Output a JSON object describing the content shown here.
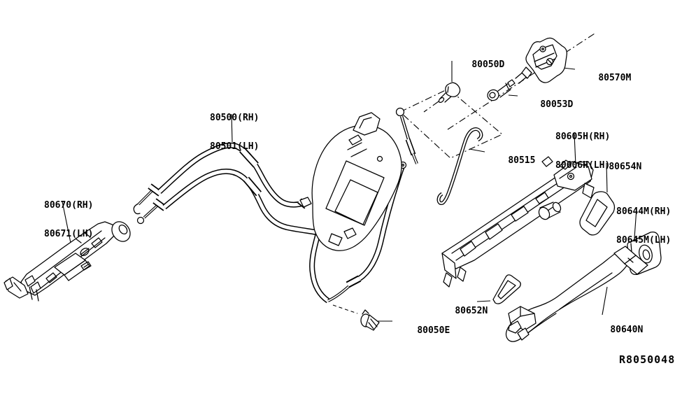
{
  "diagram": {
    "description": "Exploded parts diagram - front door lock and outside handle",
    "drawing_number": "R8050048",
    "colors": {
      "background": "#ffffff",
      "line": "#000000",
      "text": "#000000"
    },
    "parts": [
      {
        "id": "80050D",
        "label": "80050D"
      },
      {
        "id": "80570M",
        "label": "80570M"
      },
      {
        "id": "80053D",
        "label": "80053D"
      },
      {
        "id": "80500-80501",
        "label_line1": "80500(RH)",
        "label_line2": "80501(LH)"
      },
      {
        "id": "80605H-80606H",
        "label_line1": "80605H(RH)",
        "label_line2": "80606H(LH)"
      },
      {
        "id": "80515",
        "label": "80515"
      },
      {
        "id": "80654N",
        "label": "80654N"
      },
      {
        "id": "80670-80671",
        "label_line1": "80670(RH)",
        "label_line2": "80671(LH)"
      },
      {
        "id": "80644M-80645M",
        "label_line1": "80644M(RH)",
        "label_line2": "80645M(LH)"
      },
      {
        "id": "80652N",
        "label": "80652N"
      },
      {
        "id": "80640N",
        "label": "80640N"
      },
      {
        "id": "80050E",
        "label": "80050E"
      }
    ]
  }
}
